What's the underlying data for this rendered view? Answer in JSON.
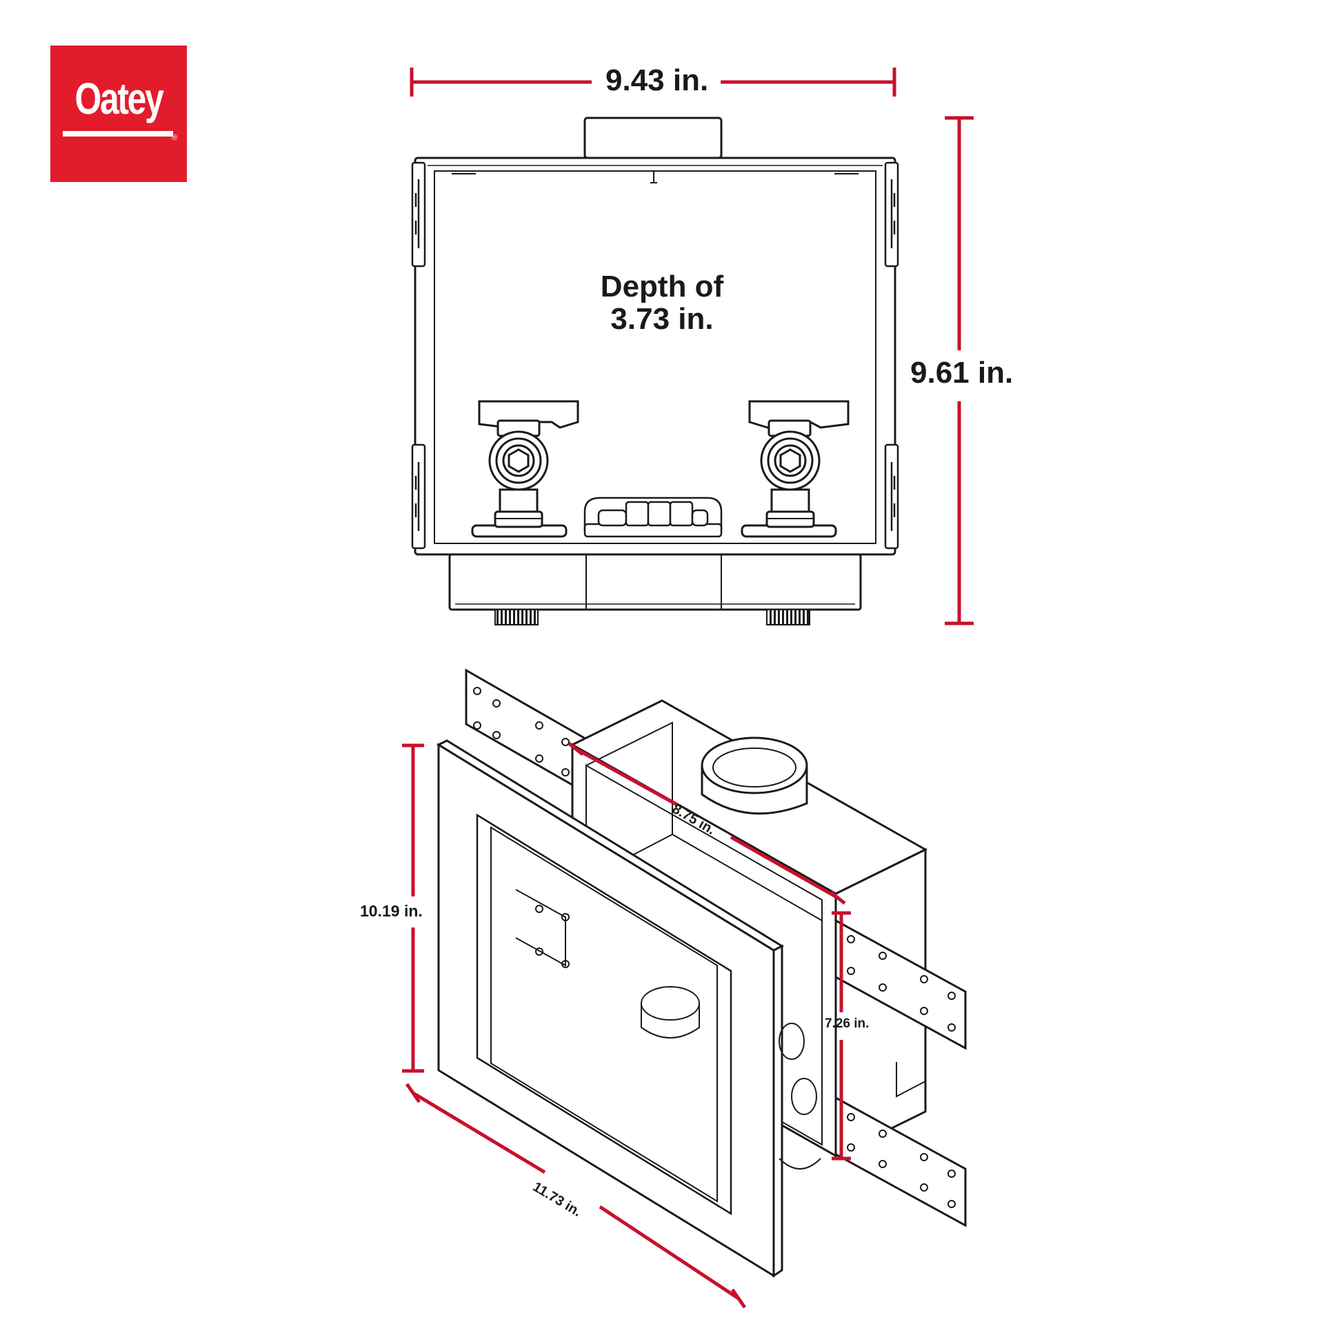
{
  "brand": {
    "logo_text": "Oatey",
    "logo_mark": "®",
    "logo_color": "#e31c2b"
  },
  "colors": {
    "dimension_line": "#c8102e",
    "drawing_stroke": "#1a1a1a",
    "background": "#ffffff"
  },
  "front_view": {
    "width_label": "9.43 in.",
    "height_label": "9.61 in.",
    "depth_line1": "Depth of",
    "depth_line2": "3.73 in."
  },
  "iso_view": {
    "faceplate_height_label": "10.19 in.",
    "faceplate_width_label": "11.73 in.",
    "box_width_label": "8.75 in.",
    "box_height_label": "7.26 in."
  }
}
